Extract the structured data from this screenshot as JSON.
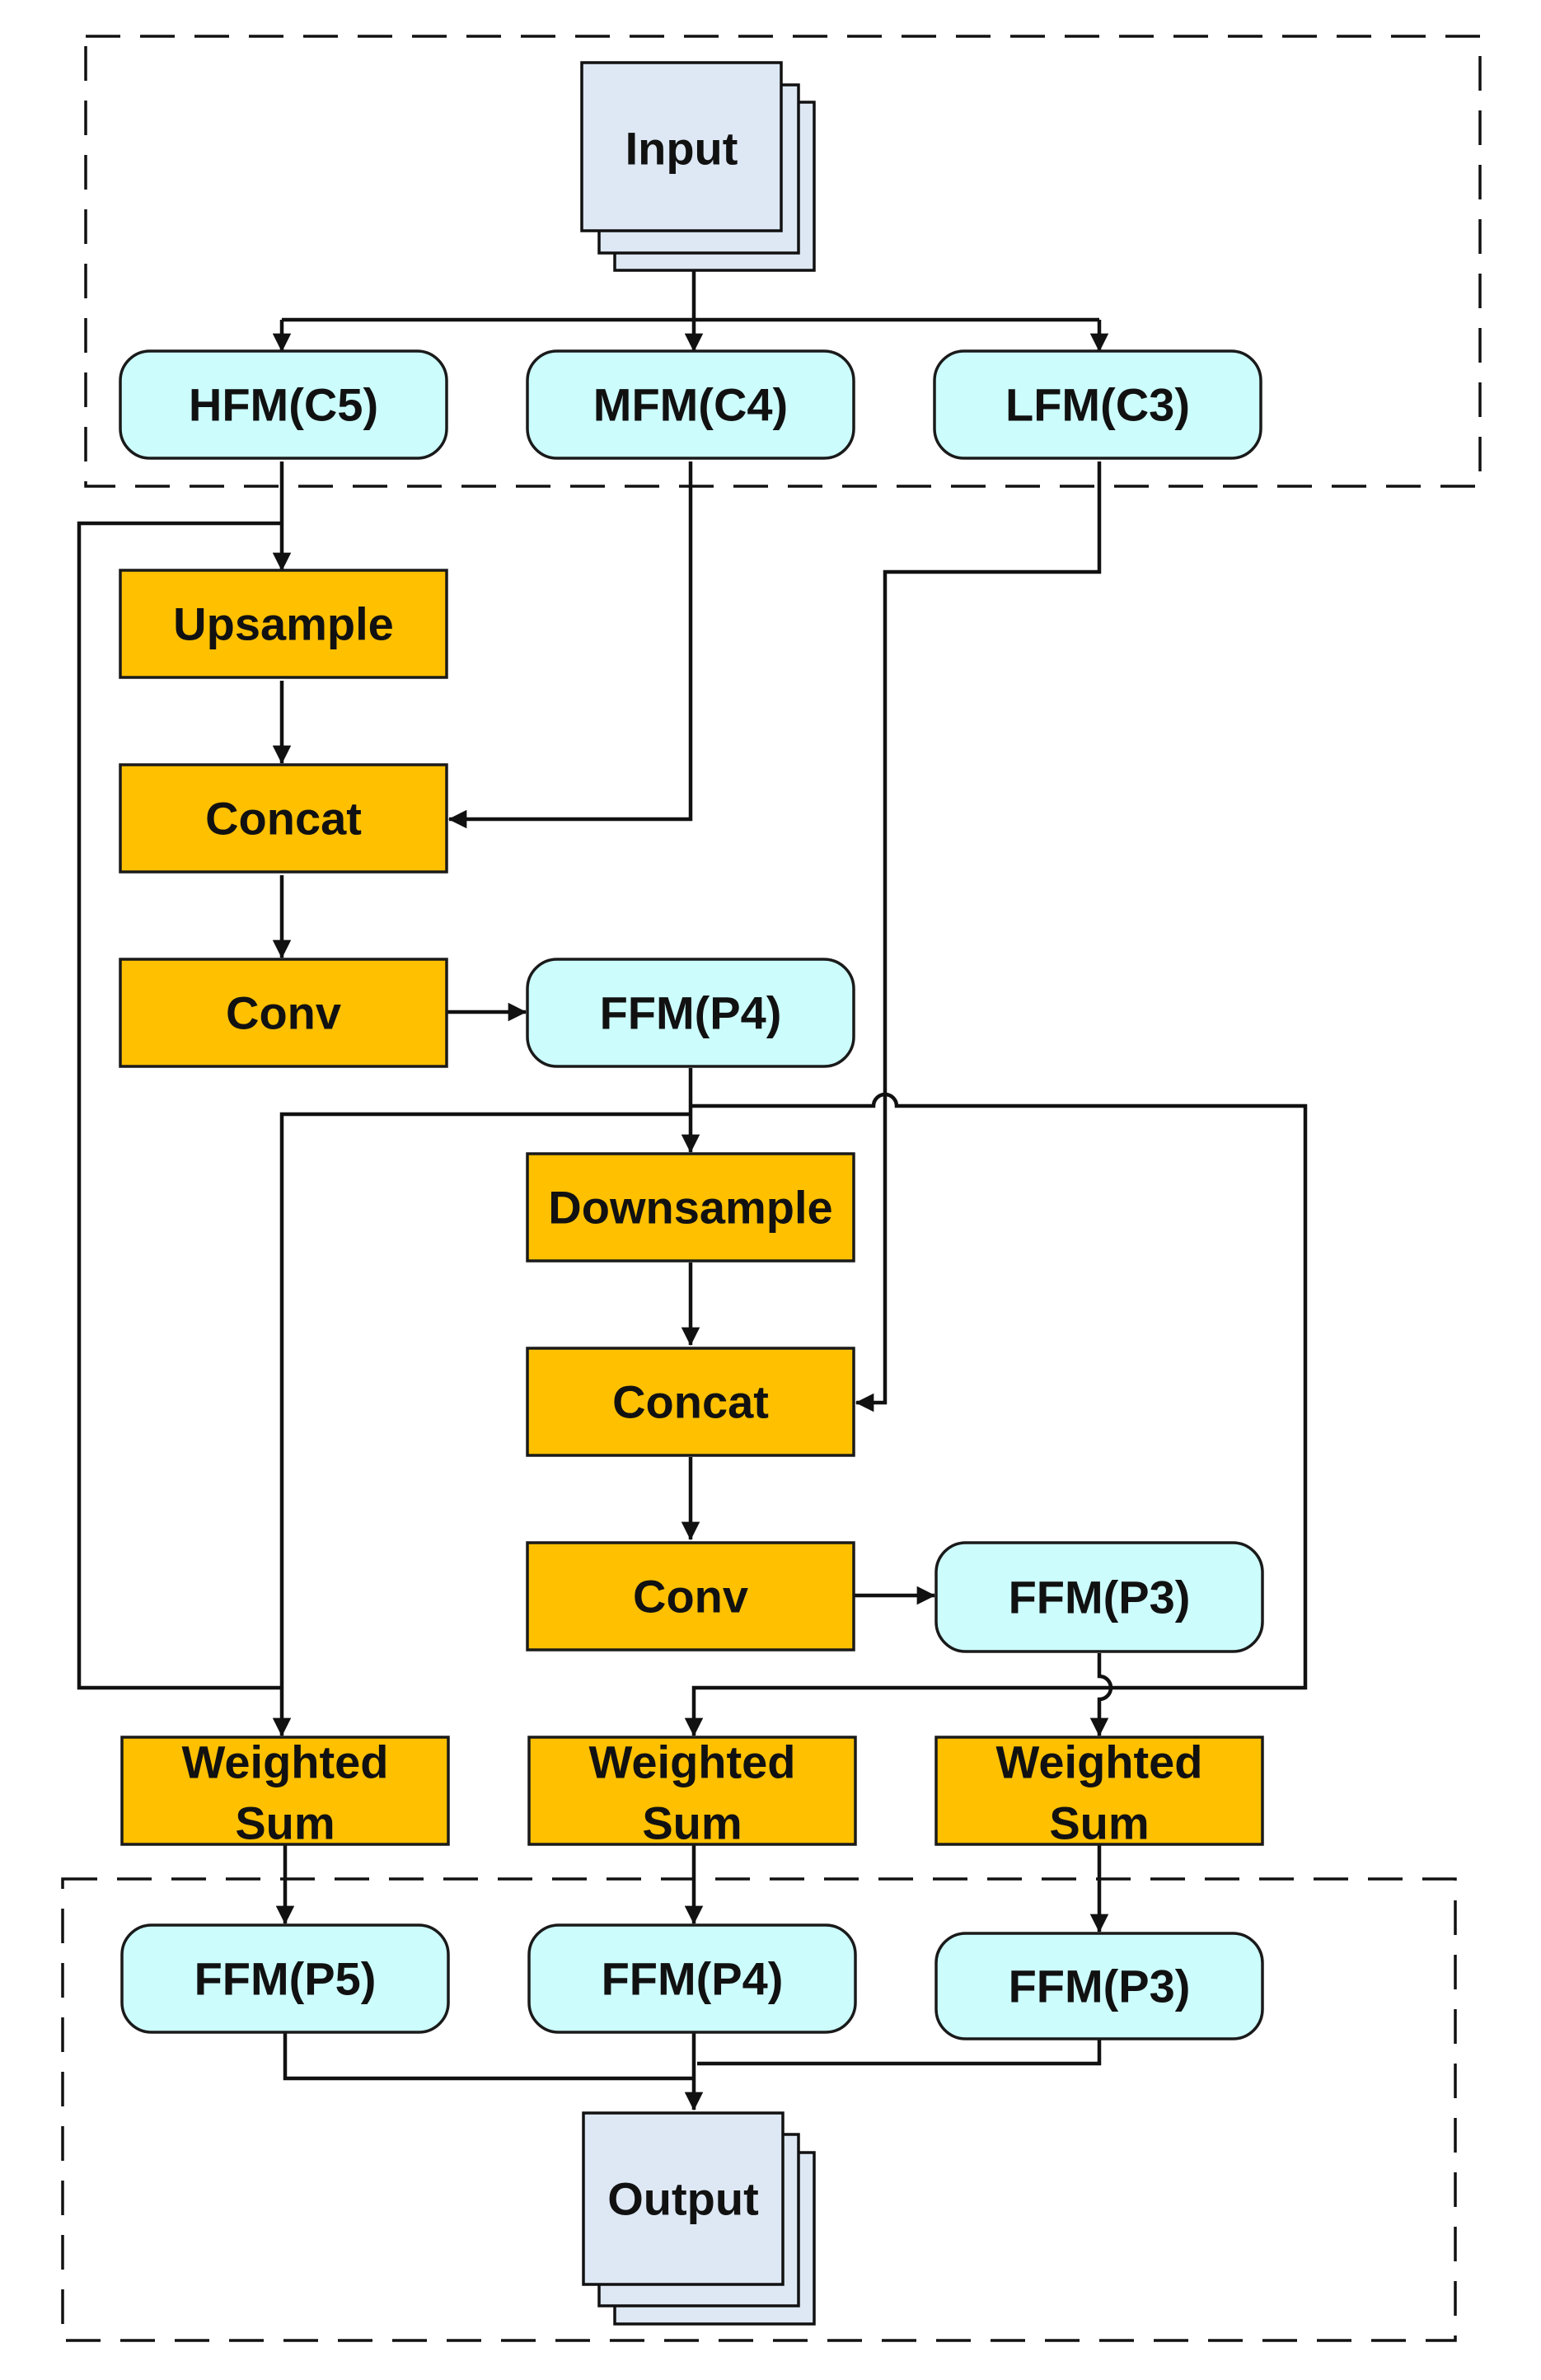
{
  "colors": {
    "feature_node": "#ccfcfc",
    "operation_node": "#ffc000",
    "io_node": "#dde8f4",
    "stroke": "#111111"
  },
  "nodes": {
    "input": "Input",
    "hfm_c5": "HFM(C5)",
    "mfm_c4": "MFM(C4)",
    "lfm_c3": "LFM(C3)",
    "upsample": "Upsample",
    "concat_1": "Concat",
    "conv_1": "Conv",
    "ffm_p4_mid": "FFM(P4)",
    "downsample": "Downsample",
    "concat_2": "Concat",
    "conv_2": "Conv",
    "ffm_p3_mid": "FFM(P3)",
    "weighted_sum_1": [
      "Weighted",
      "Sum"
    ],
    "weighted_sum_2": [
      "Weighted",
      "Sum"
    ],
    "weighted_sum_3": [
      "Weighted",
      "Sum"
    ],
    "ffm_p5_out": "FFM(P5)",
    "ffm_p4_out": "FFM(P4)",
    "ffm_p3_out": "FFM(P3)",
    "output": "Output"
  }
}
